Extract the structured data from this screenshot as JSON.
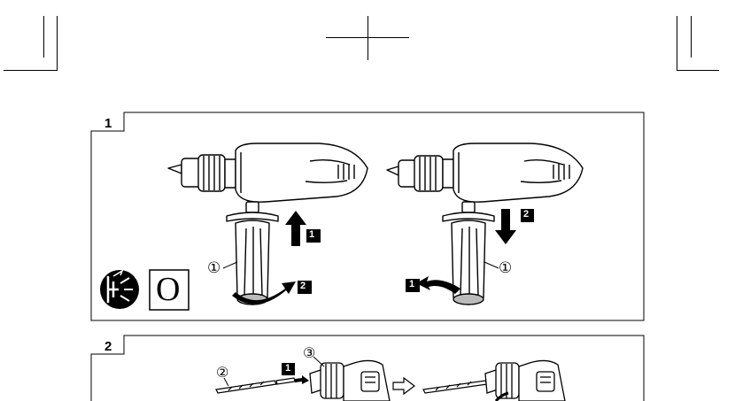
{
  "figure1": {
    "number": "1",
    "left_drill": {
      "part_label": "①",
      "step_up": "1",
      "step_rotate": "2"
    },
    "right_drill": {
      "part_label": "①",
      "step_down": "2",
      "step_rotate": "1"
    },
    "switch_symbol": "O",
    "icons": [
      "unplug-warning-icon"
    ]
  },
  "figure2": {
    "number": "2",
    "bit_label": "②",
    "chuck_label": "③",
    "step_insert": "1"
  }
}
